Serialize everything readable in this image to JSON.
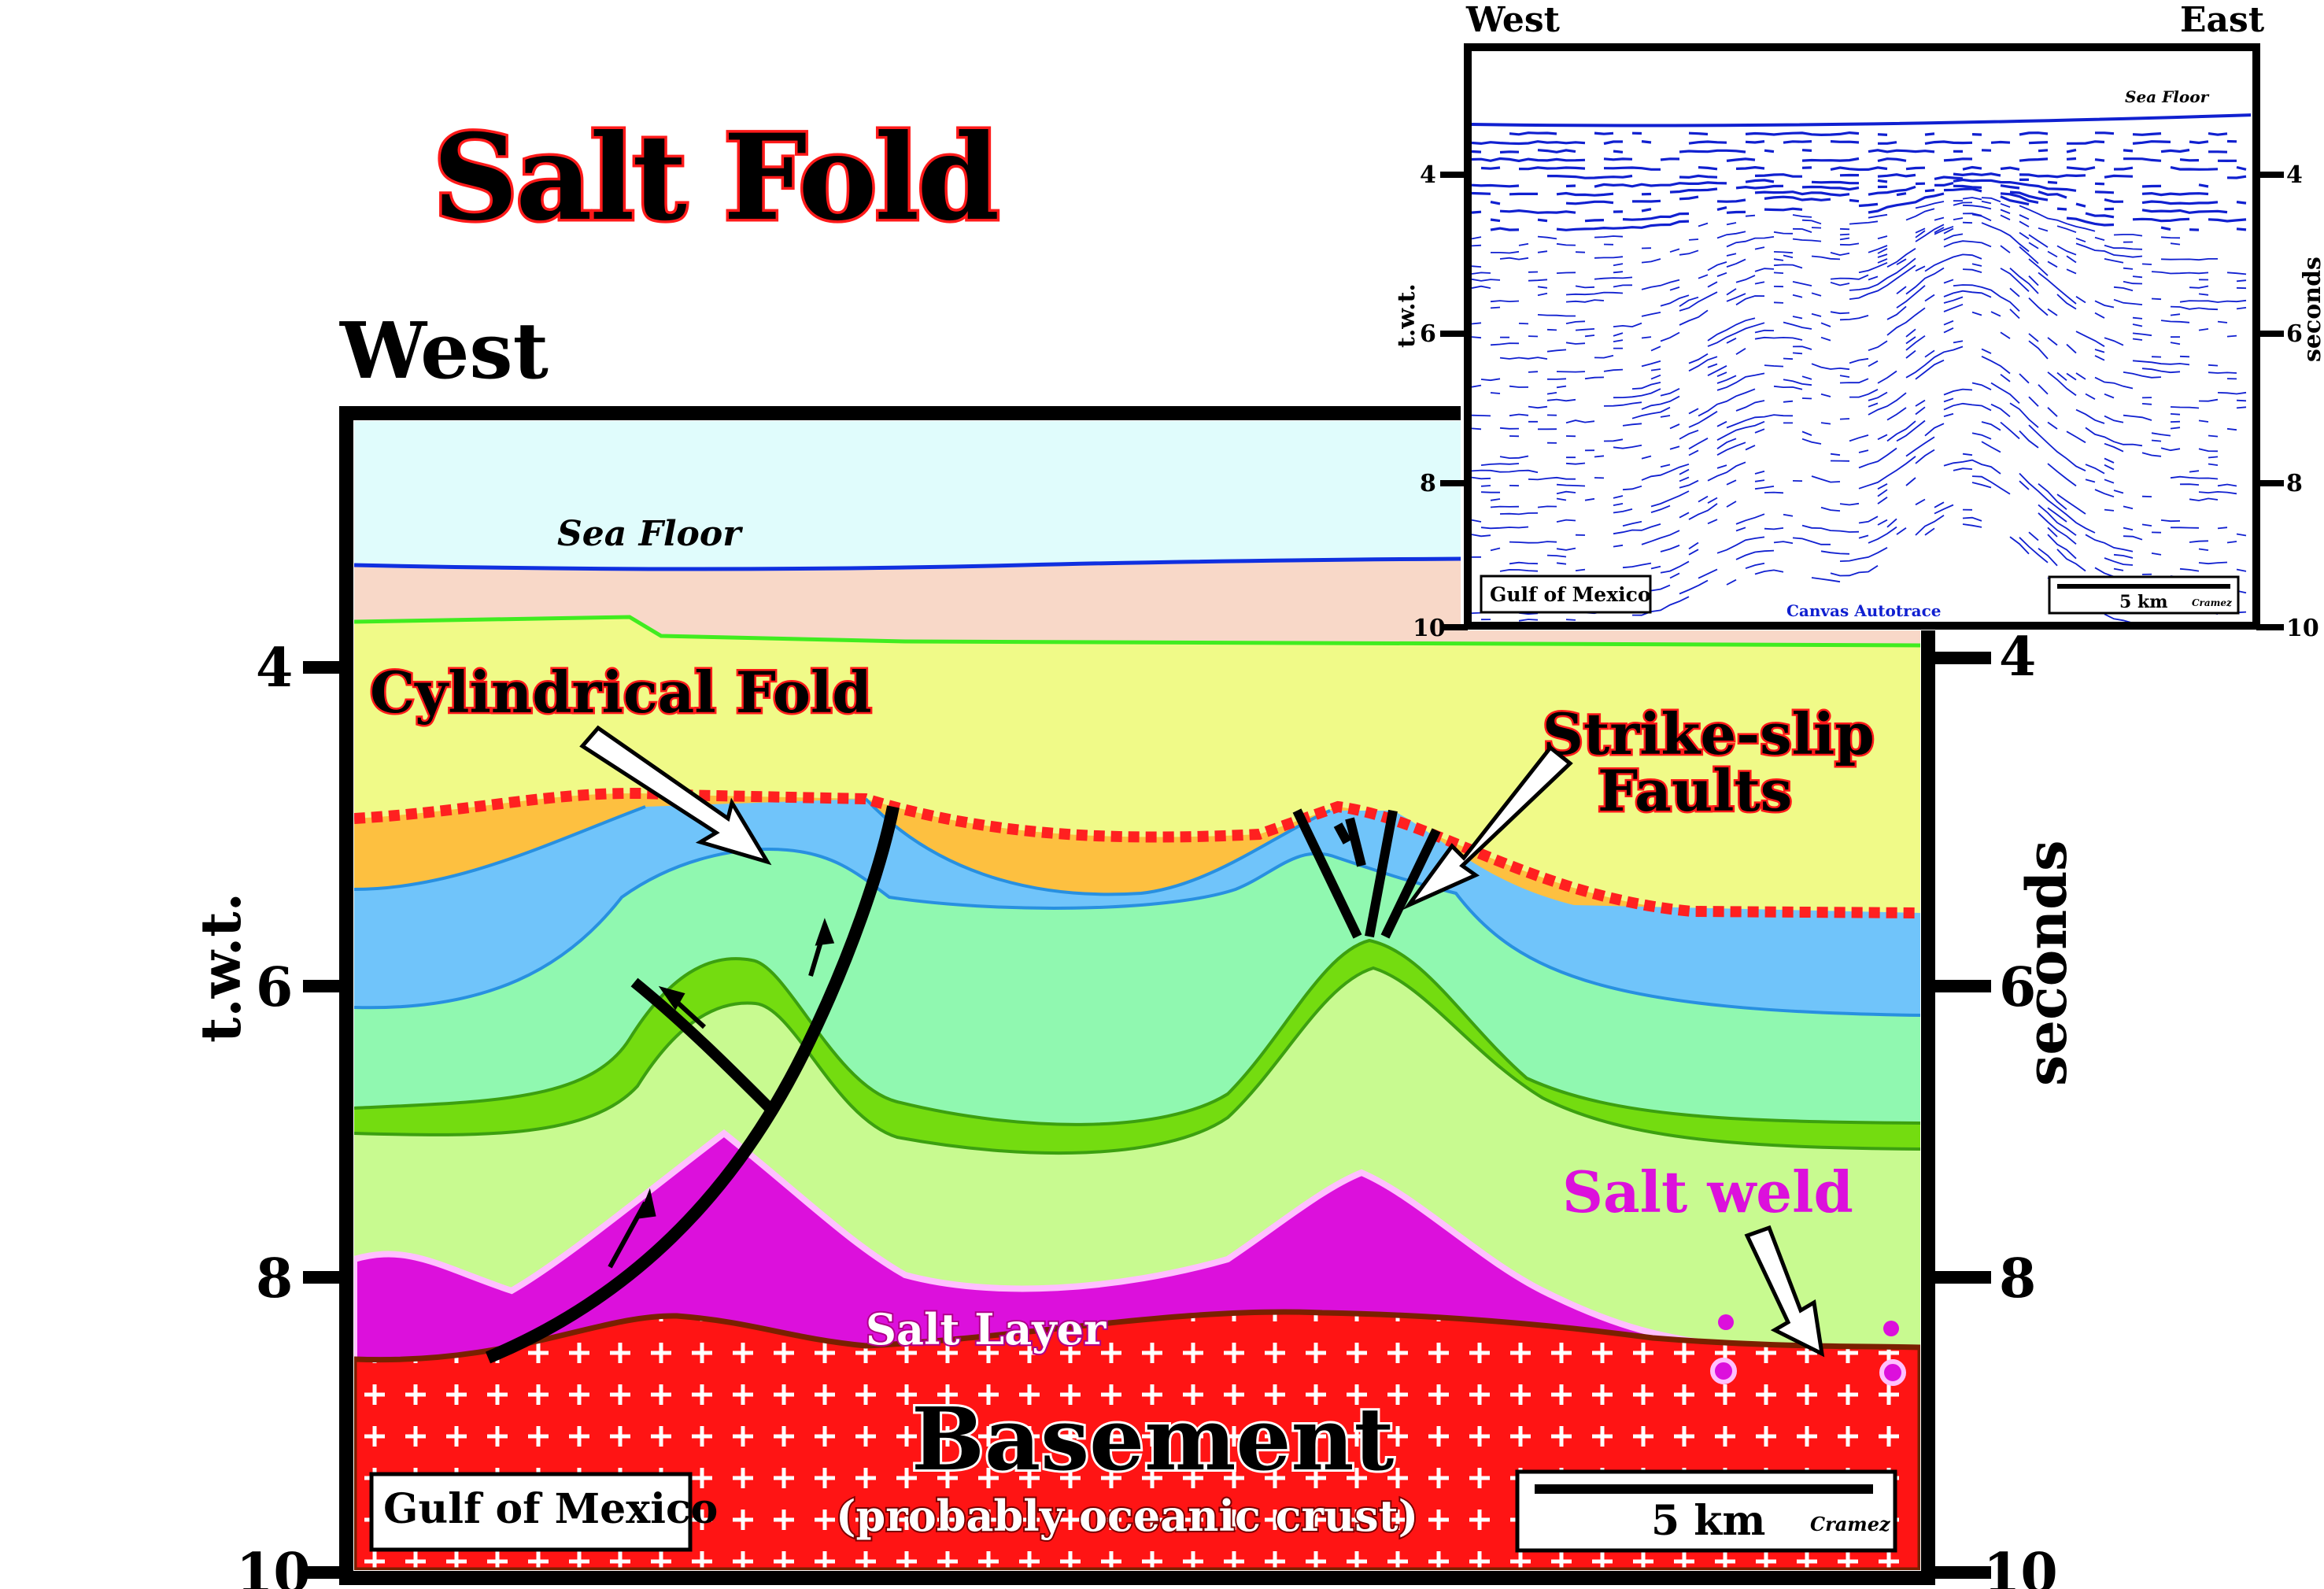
{
  "title": "Salt Fold",
  "main": {
    "west_label": "West",
    "y_axis_left_label": "t.w.t.",
    "y_axis_right_label": "seconds",
    "ticks": [
      "4",
      "6",
      "8",
      "10"
    ],
    "sea_floor_label": "Sea Floor",
    "annotations": {
      "cylindrical_fold": "Cylindrical Fold",
      "strike_slip_line1": "Strike-slip",
      "strike_slip_line2": "Faults",
      "salt_weld": "Salt weld",
      "salt_layer": "Salt Layer",
      "basement": "Basement",
      "basement_sub": "(probably oceanic crust)"
    },
    "location_box": "Gulf of Mexico",
    "scale_label": "5 km",
    "credit": "Cramez"
  },
  "inset": {
    "west_label": "West",
    "east_label": "East",
    "y_axis_left_label": "t.w.t.",
    "y_axis_right_label": "seconds",
    "ticks": [
      "4",
      "6",
      "8",
      "10"
    ],
    "sea_floor_label": "Sea Floor",
    "location_box": "Gulf of Mexico",
    "scale_label": "5 km",
    "credit": "Cramez",
    "software_credit": "Canvas Autotrace"
  },
  "colors": {
    "title": "#000000",
    "title_outline": "#ff1a1a",
    "water": "#e0fcfc",
    "sea_floor_line": "#1030e0",
    "top_layer": "#f8d8c8",
    "yellow_layer": "#f0fa88",
    "orange_layer": "#fdc040",
    "blue_layer": "#70c4fa",
    "green_layer": "#90f8b0",
    "lime_band": "#74dc10",
    "pale_green": "#c8fa90",
    "salt": "#dc10dc",
    "basement": "#ff1414",
    "unconformity": "#ff2020",
    "inset_reflector": "#1020d0"
  }
}
